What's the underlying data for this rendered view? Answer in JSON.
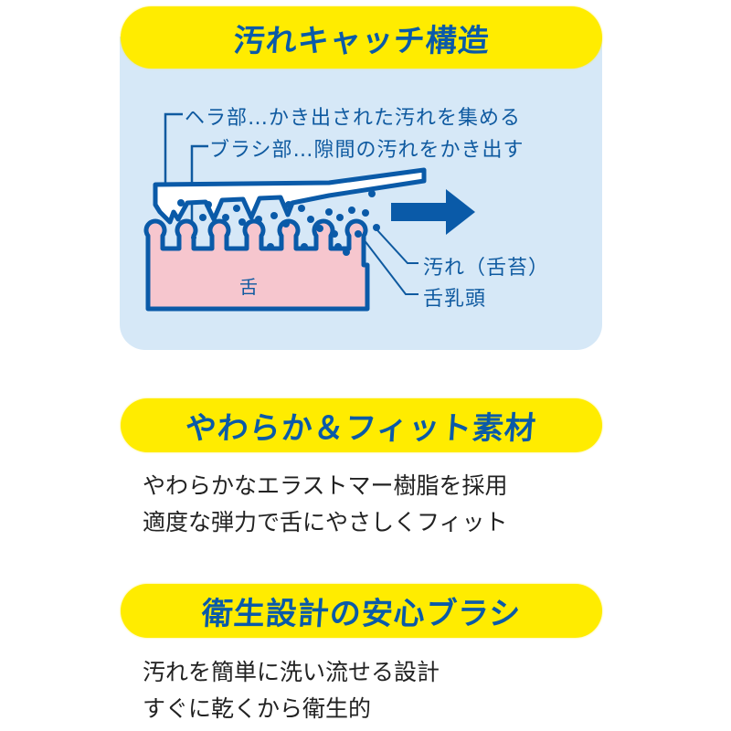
{
  "sections": [
    {
      "title": "汚れキャッチ構造",
      "diagram": {
        "callout_spatula": "ヘラ部…かき出された汚れを集める",
        "callout_brush": "ブラシ部…隙間の汚れをかき出す",
        "callout_dirt": "汚れ（舌苔）",
        "callout_papilla": "舌乳頭",
        "tongue_label": "舌",
        "arrow_icon": "right-arrow-icon"
      }
    },
    {
      "title": "やわらか＆フィット素材",
      "lines": [
        "やわらかなエラストマー樹脂を採用",
        "適度な弾力で舌にやさしくフィット"
      ]
    },
    {
      "title": "衛生設計の安心ブラシ",
      "lines": [
        "汚れを簡単に洗い流せる設計",
        "すぐに乾くから衛生的"
      ]
    }
  ],
  "colors": {
    "pill_yellow": "#ffec00",
    "title_blue": "#0a5aa8",
    "panel_blue": "#d6e8f7",
    "line_blue": "#0f5aa0",
    "tongue_pink": "#f6c6ce",
    "text_dark": "#222222"
  }
}
